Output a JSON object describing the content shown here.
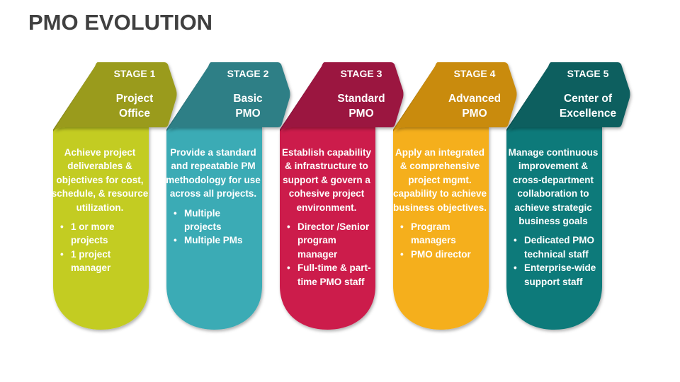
{
  "title": "PMO EVOLUTION",
  "stages": [
    {
      "label": "STAGE 1",
      "name_lines": [
        "Project",
        "Office"
      ],
      "description": "Achieve project deliverables & objectives for cost, schedule, & resource utilization.",
      "bullets": [
        "1 or more projects",
        "1 project manager"
      ],
      "colors": {
        "header": "#9A9B1C",
        "body": "#C3CC22",
        "fold": "#8A8B18"
      }
    },
    {
      "label": "STAGE 2",
      "name_lines": [
        "Basic",
        "PMO"
      ],
      "description": "Provide a standard and repeatable PM methodology for use across all projects.",
      "bullets": [
        "Multiple projects",
        "Multiple PMs"
      ],
      "colors": {
        "header": "#2F7F86",
        "body": "#3AABB5",
        "fold": "#2A7077"
      }
    },
    {
      "label": "STAGE 3",
      "name_lines": [
        "Standard",
        "PMO"
      ],
      "description": "Establish capability & infrastructure to support & govern a cohesive project environment.",
      "bullets": [
        "Director /Senior program manager",
        "Full-time & part-time PMO staff"
      ],
      "colors": {
        "header": "#9B1540",
        "body": "#CC1B4C",
        "fold": "#86123A"
      }
    },
    {
      "label": "STAGE 4",
      "name_lines": [
        "Advanced",
        "PMO"
      ],
      "description": "Apply an integrated & comprehensive project mgmt. capability to achieve business objectives.",
      "bullets": [
        "Program managers",
        "PMO director"
      ],
      "colors": {
        "header": "#C98B0A",
        "body": "#F5AF1A",
        "fold": "#B07A09"
      }
    },
    {
      "label": "STAGE 5",
      "name_lines": [
        "Center of",
        "Excellence"
      ],
      "description": "Manage continuous improvement & cross-department collaboration to achieve strategic business goals",
      "bullets": [
        "Dedicated PMO technical staff",
        "Enterprise-wide support staff"
      ],
      "colors": {
        "header": "#0E5E5F",
        "body": "#0C7A7A",
        "fold": "#0A5050"
      }
    }
  ]
}
